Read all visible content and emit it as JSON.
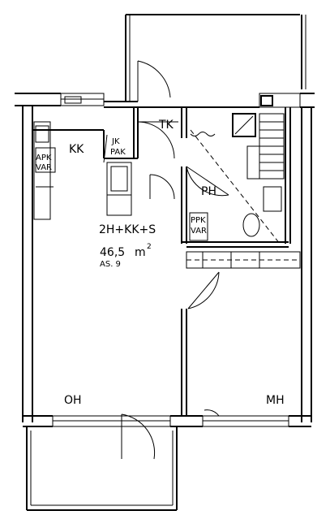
{
  "rooms": {
    "kk": "KK",
    "tk": "TK",
    "ph": "PH",
    "oh": "OH",
    "mh": "MH"
  },
  "fixtures": {
    "jk_line1": "JK",
    "jk_line2": "PAK",
    "apk_line1": "APK",
    "apk_line2": "VAR",
    "ppk_line1": "PPK",
    "ppk_line2": "VAR"
  },
  "summary": {
    "type": "2H+KK+S",
    "area_value": "46,5",
    "area_unit": "m",
    "area_exp": "2",
    "apartment": "AS. 9"
  }
}
